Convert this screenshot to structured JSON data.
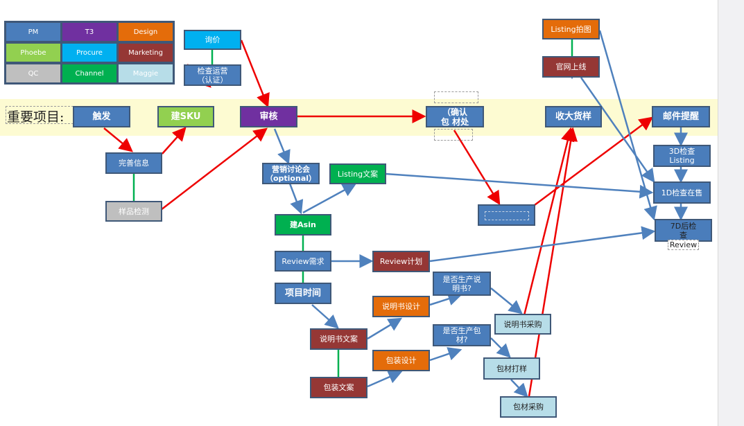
{
  "title": "重要项目:",
  "legend": [
    "PM",
    "T3",
    "Design",
    "Phoebe",
    "Procure",
    "Marketing",
    "QC",
    "Channel",
    "Maggie"
  ],
  "nodes": {
    "trigger": "触发",
    "sku": "建SKU",
    "review": "审核",
    "confirm": "（确认\n包 材处",
    "bulk": "收大货样",
    "mail": "邮件提醒",
    "inquiry": "询价",
    "check_ops": "检查运营\n（认证）",
    "complete_info": "完善信息",
    "sample_test": "样品检测",
    "marketing_meeting": "营销讨论会\n（optional）",
    "listing_copy": "Listing文案",
    "build_asin": "建Asin",
    "review_need": "Review需求",
    "review_plan": "Review计划",
    "project_time": "项目时间",
    "manual_copy": "说明书文案",
    "manual_design": "说明书设计",
    "is_manual": "是否生产说\n明书?",
    "manual_purchase": "说明书采购",
    "is_pack": "是否生产包\n材?",
    "pack_design": "包装设计",
    "pack_copy": "包装文案",
    "pack_proof": "包材打样",
    "pack_purchase": "包材采购",
    "listing_photo": "Listing拍图",
    "site_launch": "官网上线",
    "check_3d": "3D检查\nListing",
    "check_1d": "1D检查在售",
    "check_7d": "7D后检\n查",
    "review_label": "Review"
  }
}
